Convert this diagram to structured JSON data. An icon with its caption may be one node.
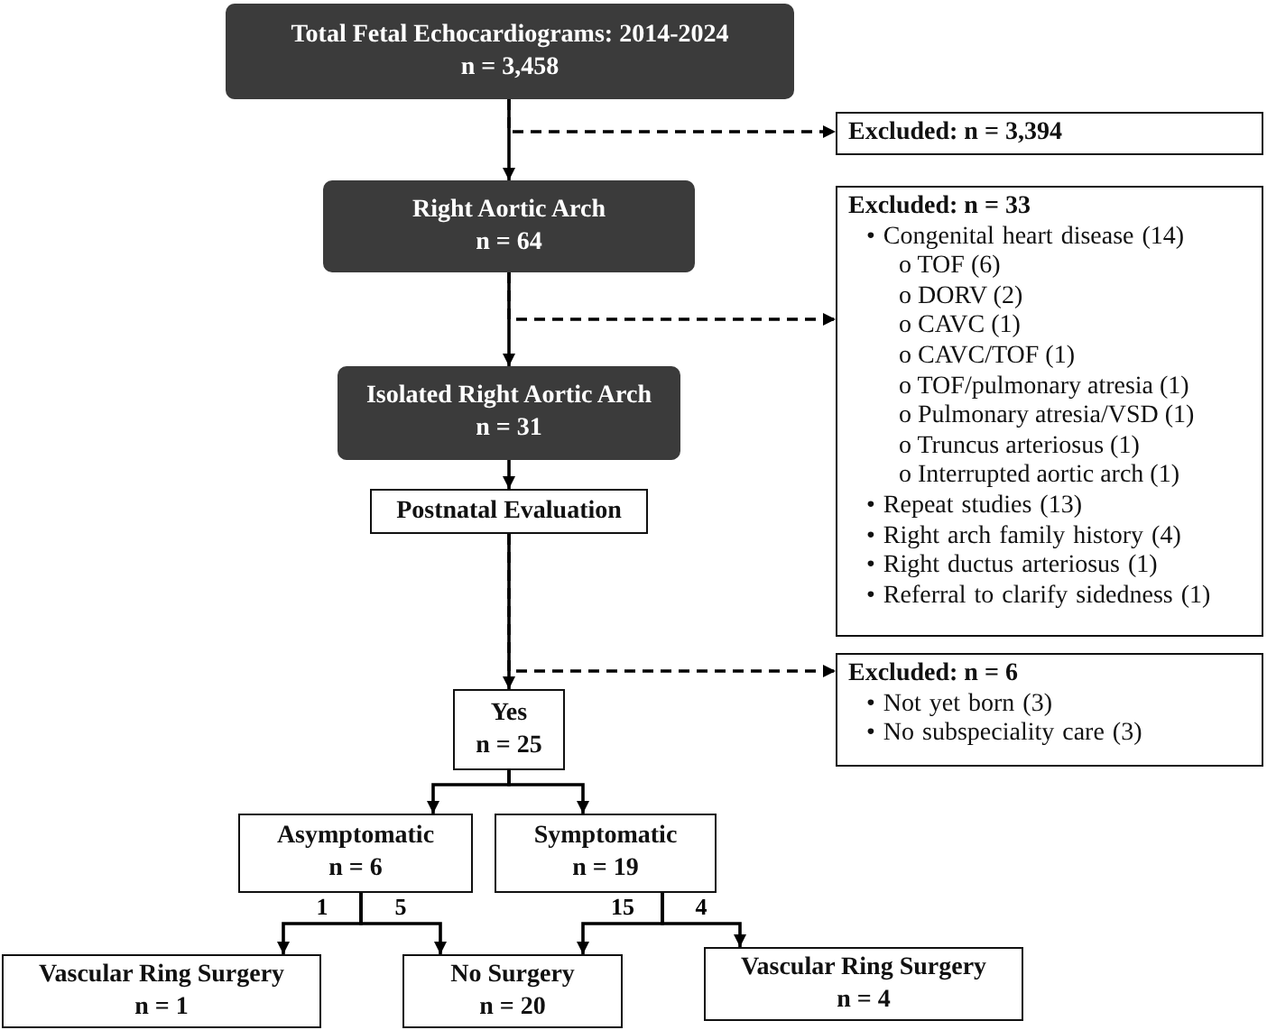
{
  "diagram": {
    "nodes": [
      {
        "text": [
          "Total Fetal Echocardiograms: 2014-2024",
          "n = 3,458"
        ]
      },
      {
        "text": [
          "Excluded: n = 3,394"
        ]
      },
      {
        "text": [
          "Right Aortic Arch",
          "n = 64"
        ]
      },
      {
        "text": [
          "Excluded: n = 33",
          "• Congenital heart disease (14)",
          "o TOF (6)",
          "o DORV (2)",
          "o CAVC (1)",
          "o CAVC/TOF (1)",
          "o TOF/pulmonary atresia (1)",
          "o Pulmonary atresia/VSD (1)",
          "o Truncus arteriosus (1)",
          "o Interrupted aortic arch (1)",
          "• Repeat studies (13)",
          "• Right arch family history (4)",
          "• Right ductus arteriosus (1)",
          "• Referral to clarify sidedness (1)"
        ]
      },
      {
        "text": [
          "Isolated Right Aortic Arch",
          "n = 31"
        ]
      },
      {
        "text": [
          "Postnatal Evaluation"
        ]
      },
      {
        "text": [
          "Excluded: n = 6",
          "• Not yet born (3)",
          "• No subspeciality care (3)"
        ]
      },
      {
        "text": [
          "Yes",
          "n = 25"
        ]
      },
      {
        "text": [
          "Asymptomatic",
          "n = 6"
        ]
      },
      {
        "text": [
          "Symptomatic",
          "n = 19"
        ]
      },
      {
        "text": [
          "Vascular Ring Surgery",
          "n = 1"
        ]
      },
      {
        "text": [
          "No Surgery",
          "n = 20"
        ]
      },
      {
        "text": [
          "Vascular Ring Surgery",
          "n = 4"
        ]
      }
    ],
    "edges": [
      {
        "from": 0,
        "to": 2,
        "arrow": "to"
      },
      {
        "from": 0,
        "to": 1,
        "arrow": "to",
        "style": "dashed"
      },
      {
        "from": 2,
        "to": 4,
        "arrow": "to"
      },
      {
        "from": 2,
        "to": 3,
        "arrow": "to",
        "style": "dashed"
      },
      {
        "from": 4,
        "to": 5,
        "arrow": "to"
      },
      {
        "from": 5,
        "to": 7,
        "arrow": "to"
      },
      {
        "from": 5,
        "to": 6,
        "arrow": "to",
        "style": "dashed"
      },
      {
        "from": 7,
        "to": 8,
        "arrow": "to"
      },
      {
        "from": 7,
        "to": 9,
        "arrow": "to"
      },
      {
        "from": 8,
        "to": 10,
        "arrow": "to",
        "label": "1"
      },
      {
        "from": 8,
        "to": 11,
        "arrow": "to",
        "label": "5"
      },
      {
        "from": 9,
        "to": 11,
        "arrow": "to",
        "label": "15"
      },
      {
        "from": 9,
        "to": 12,
        "arrow": "to",
        "label": "4"
      }
    ]
  }
}
